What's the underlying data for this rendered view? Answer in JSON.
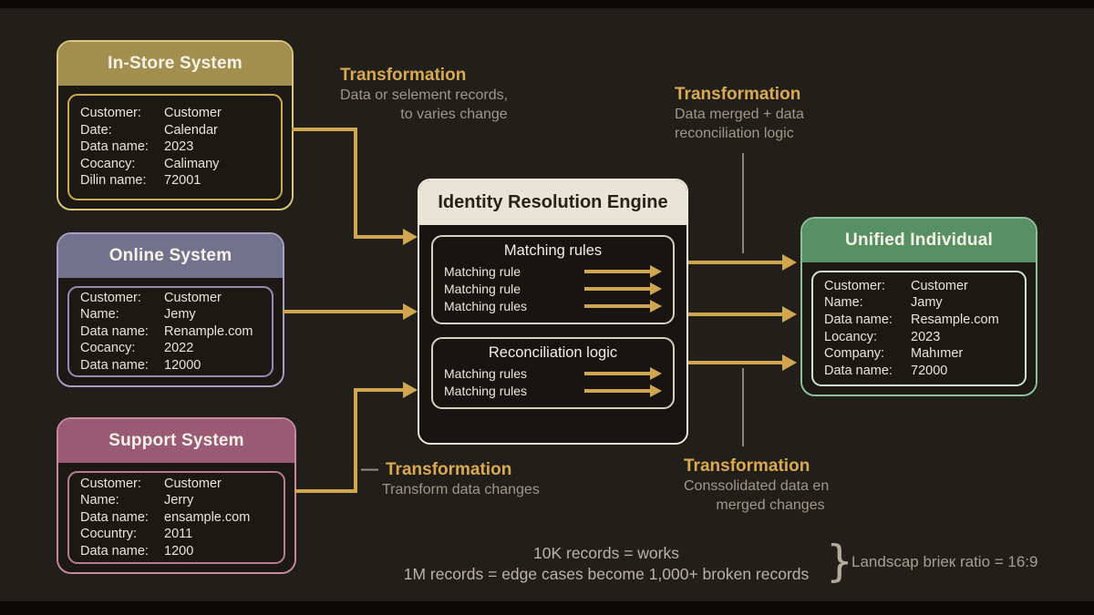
{
  "colors": {
    "background": "#221e19",
    "accent_gold": "#d0a750",
    "in_store_header": "#a28f4f",
    "online_header": "#73728e",
    "support_header": "#9a5a74",
    "unified_header": "#579063",
    "engine_header": "#e9e4d6"
  },
  "cards": {
    "in_store": {
      "title": "In-Store System",
      "fields": [
        {
          "label": "Customer:",
          "value": "Customer"
        },
        {
          "label": "Date:",
          "value": "Calendar"
        },
        {
          "label": "Data name:",
          "value": "2023"
        },
        {
          "label": "Cocancy:",
          "value": "Calimany"
        },
        {
          "label": "Dilin name:",
          "value": "72001"
        }
      ]
    },
    "online": {
      "title": "Online System",
      "fields": [
        {
          "label": "Customer:",
          "value": "Customer"
        },
        {
          "label": "Name:",
          "value": "Jemy"
        },
        {
          "label": "Data name:",
          "value": "Renample.com"
        },
        {
          "label": "Cocancy:",
          "value": "2022"
        },
        {
          "label": "Data name:",
          "value": "12000"
        }
      ]
    },
    "support": {
      "title": "Support System",
      "fields": [
        {
          "label": "Customer:",
          "value": "Customer"
        },
        {
          "label": "Name:",
          "value": "Jerry"
        },
        {
          "label": "Data name:",
          "value": "ensample.com"
        },
        {
          "label": "Cocuntry:",
          "value": "2011"
        },
        {
          "label": "Data name:",
          "value": "1200"
        }
      ]
    },
    "unified": {
      "title": "Unified Individual",
      "fields": [
        {
          "label": "Customer:",
          "value": "Customer"
        },
        {
          "label": "Name:",
          "value": "Jamy"
        },
        {
          "label": "Data name:",
          "value": "Resample.com"
        },
        {
          "label": "Locancy:",
          "value": "2023"
        },
        {
          "label": "Company:",
          "value": "Mahımer"
        },
        {
          "label": "Data name:",
          "value": "72000"
        }
      ]
    }
  },
  "engine": {
    "title": "Identity Resolution Engine",
    "matching": {
      "title": "Matching rules",
      "rows": [
        "Matching rule",
        "Matching rule",
        "Matching rules"
      ]
    },
    "reconciliation": {
      "title": "Reconciliation logic",
      "rows": [
        "Matching rules",
        "Matching rules"
      ]
    }
  },
  "annotations": {
    "top_left": {
      "title": "Transformation",
      "line1": "Data or selement records,",
      "line2": "to varies change"
    },
    "top_right": {
      "title": "Transformation",
      "line1": "Data merged + data",
      "line2": "reconciliation logic"
    },
    "bottom_left": {
      "dash": "—",
      "title": "Transformation",
      "line1": "Transform data changes"
    },
    "bottom_right": {
      "title": "Transformation",
      "line1": "Conssolidated data en",
      "line2": "merged changes"
    }
  },
  "footer": {
    "note_line1": "10K records  = works",
    "note_line2": "1M records = edge cases become 1,000+ broken records",
    "brace": "}",
    "aspect_note": "Landscap brieк ratio = 16:9"
  }
}
